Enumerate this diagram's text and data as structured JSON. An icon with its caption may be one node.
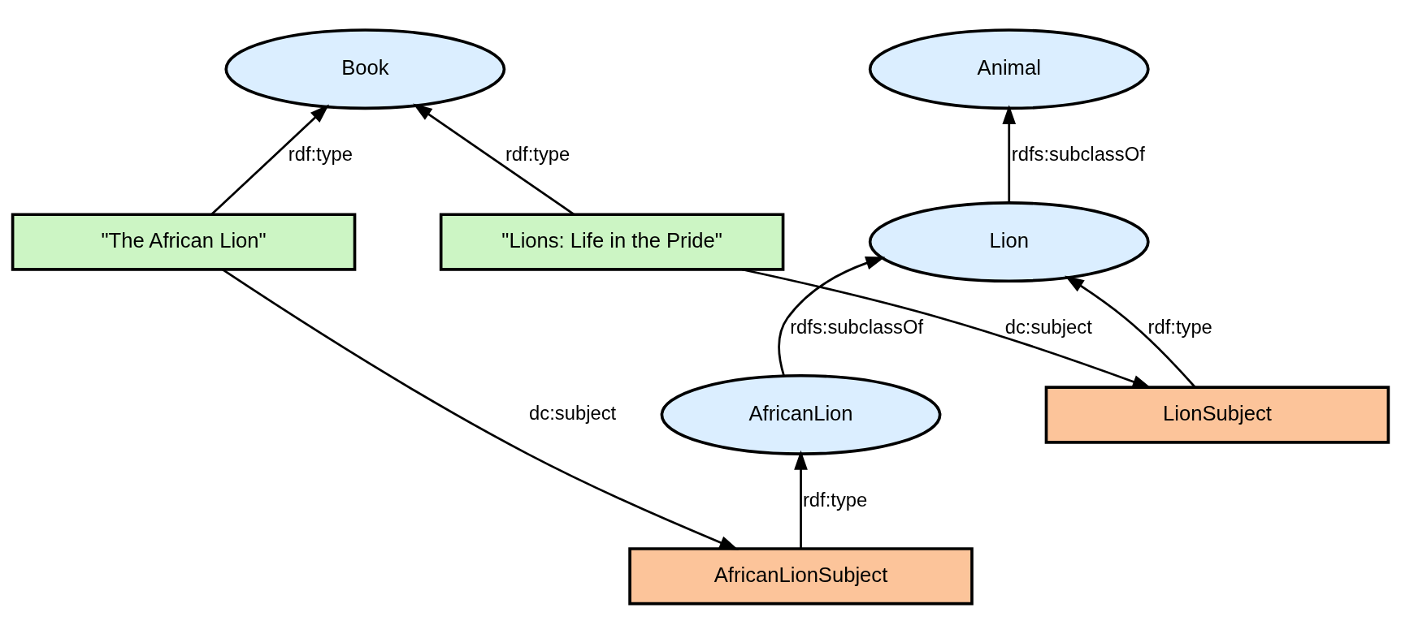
{
  "diagram": {
    "nodes": [
      {
        "text": [
          "Animal"
        ]
      },
      {
        "text": [
          "Book"
        ]
      },
      {
        "text": [
          "Lion"
        ]
      },
      {
        "text": [
          "\"Lions: Life in the Pride\""
        ]
      },
      {
        "text": [
          "\"The African Lion\""
        ]
      },
      {
        "text": [
          "AfricanLion"
        ]
      },
      {
        "text": [
          "LionSubject"
        ]
      },
      {
        "text": [
          "AfricanLionSubject"
        ]
      }
    ],
    "edges": [
      {
        "from": 2,
        "to": 0,
        "arrow": "to",
        "label": "rdfs:subclassOf"
      },
      {
        "from": 5,
        "to": 2,
        "arrow": "to",
        "label": "rdfs:subclassOf"
      },
      {
        "from": 3,
        "to": 1,
        "arrow": "to",
        "label": "rdf:type"
      },
      {
        "from": 4,
        "to": 1,
        "arrow": "to",
        "label": "rdf:type"
      },
      {
        "from": 3,
        "to": 6,
        "arrow": "to",
        "label": "dc:subject"
      },
      {
        "from": 4,
        "to": 7,
        "arrow": "to",
        "label": "dc:subject"
      },
      {
        "from": 6,
        "to": 2,
        "arrow": "to",
        "label": "rdf:type"
      },
      {
        "from": 7,
        "to": 5,
        "arrow": "to",
        "label": "rdf:type"
      }
    ]
  }
}
